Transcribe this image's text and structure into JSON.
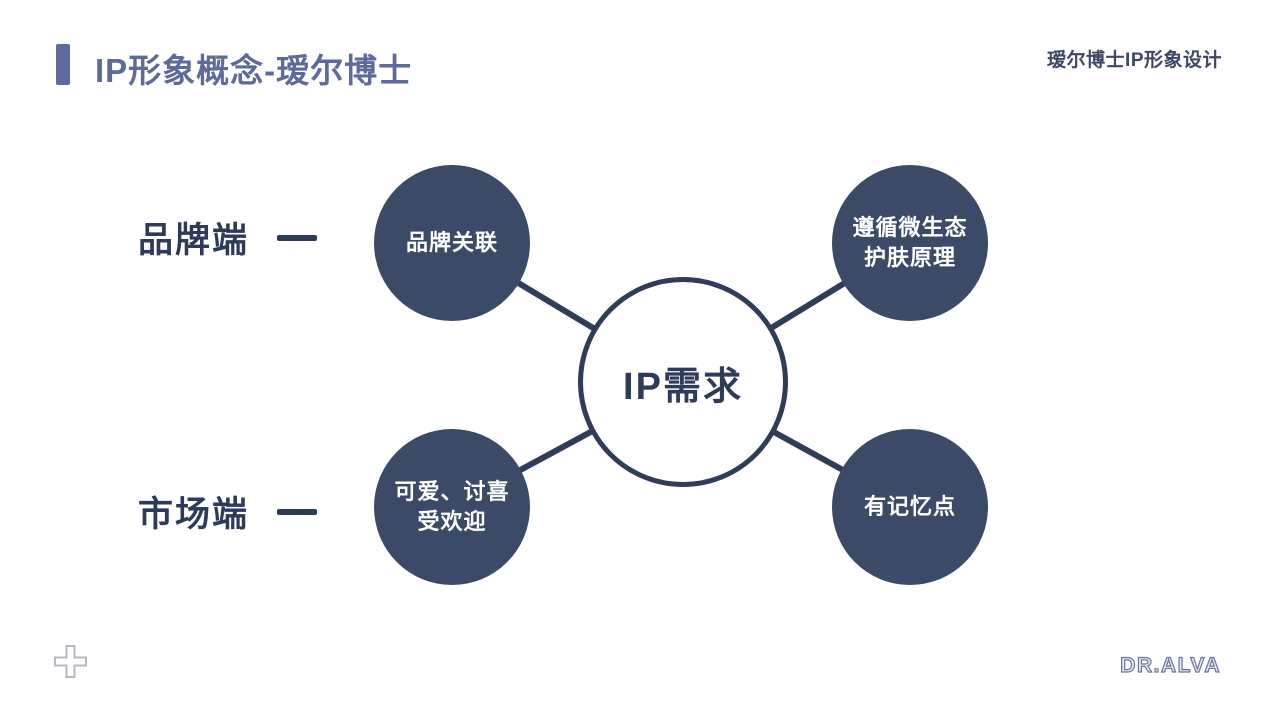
{
  "header": {
    "title": "IP形象概念-瑷尔博士",
    "watermark": "瑷尔博士IP形象设计"
  },
  "diagram": {
    "center_label": "IP需求",
    "side_labels": {
      "brand": "品牌端",
      "market": "市场端"
    },
    "nodes": {
      "brand_association": "品牌关联",
      "microecology": "遵循微生态\n护肤原理",
      "cute_popular": "可爱、讨喜\n受欢迎",
      "memorable": "有记忆点"
    }
  },
  "footer": {
    "logo": "DR.ALVA"
  },
  "colors": {
    "accent_title": "#5d6a9c",
    "dark_navy_node": "#3b4a67",
    "outline_navy": "#2f3d5a",
    "label_text": "#2d3a5a",
    "watermark_text": "#3d4866",
    "plus_icon_gray": "#b4b8c4",
    "logo_outline": "#6874a5",
    "background": "#ffffff"
  }
}
